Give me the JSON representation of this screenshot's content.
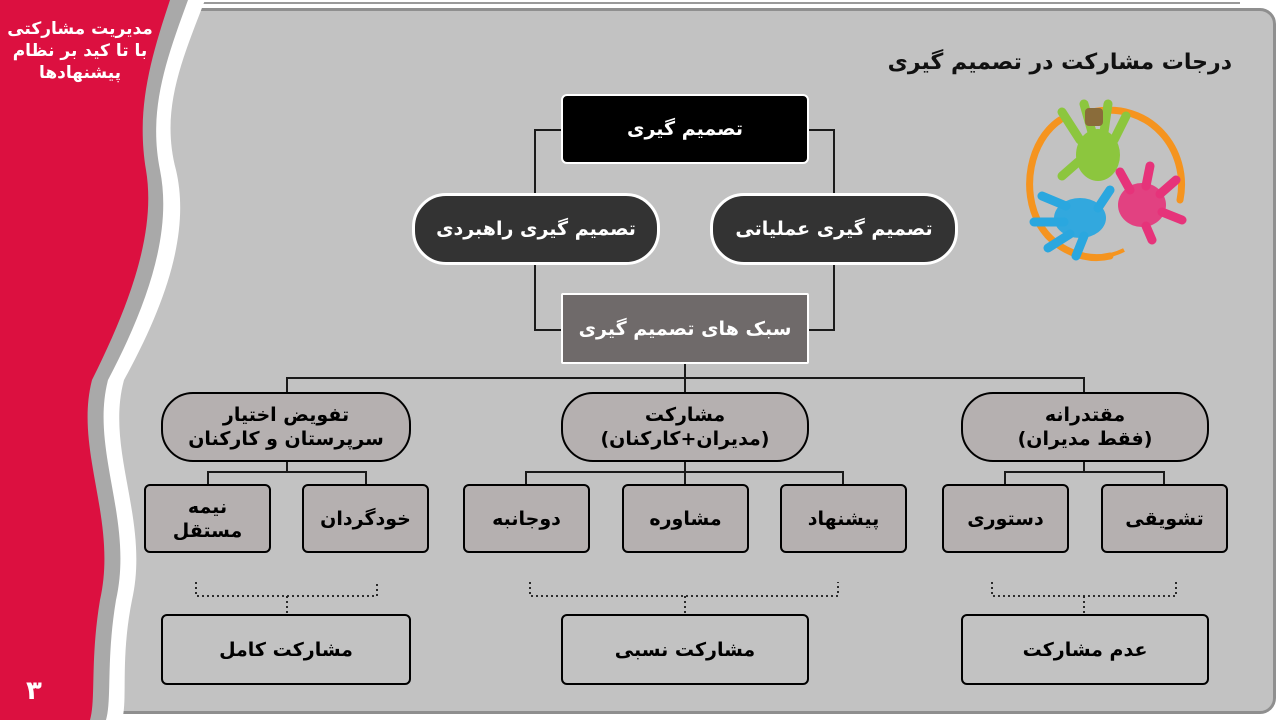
{
  "side": {
    "title_lines": [
      "مدیریت مشارکتی",
      "با تا کید بر نظام",
      "پیشنهادها"
    ],
    "page_number": "۳"
  },
  "title": "درجات مشارکت در تصمیم گیری",
  "decision": "تصمیم گیری",
  "strategic": "تصمیم گیری راهبردی",
  "operational": "تصمیم گیری عملیاتی",
  "styles": "سبک های تصمیم گیری",
  "categories": [
    {
      "line1": "تفویض اختیار",
      "line2": "سرپرستان و کارکنان"
    },
    {
      "line1": "مشارکت",
      "line2": "(مدیران+کارکنان)"
    },
    {
      "line1": "مقتدرانه",
      "line2": "(فقط مدیران)"
    }
  ],
  "leaves": {
    "semi_independent": {
      "line1": "نیمه",
      "line2": "مستقل"
    },
    "self_managed": "خودگردان",
    "bilateral": "دوجانبه",
    "consultation": "مشاوره",
    "suggestion": "پیشنهاد",
    "directive": "دستوری",
    "persuasive": "تشویقی"
  },
  "outcomes": {
    "full": "مشارکت کامل",
    "relative": "مشارکت نسبی",
    "none": "عدم مشارکت"
  },
  "colors": {
    "side_accent": "#dc1040",
    "panel": "#c2c2c2",
    "node_dark": "#333333",
    "node_gray": "#6f6a6a",
    "node_light": "#b5b0b0"
  }
}
